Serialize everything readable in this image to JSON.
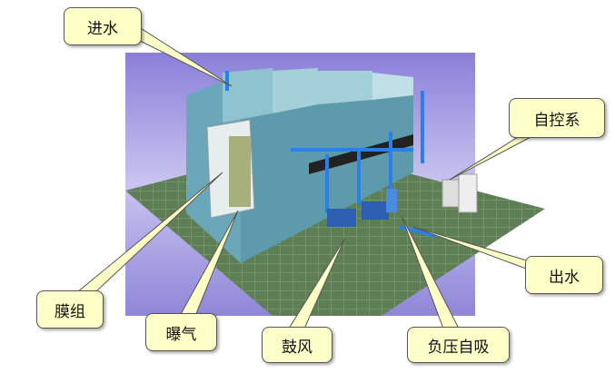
{
  "callouts": {
    "inlet": "进水",
    "control": "自控系",
    "outlet": "出水",
    "membrane": "膜组",
    "aeration": "曝气",
    "blower": "鼓风",
    "suction": "负压自吸"
  }
}
